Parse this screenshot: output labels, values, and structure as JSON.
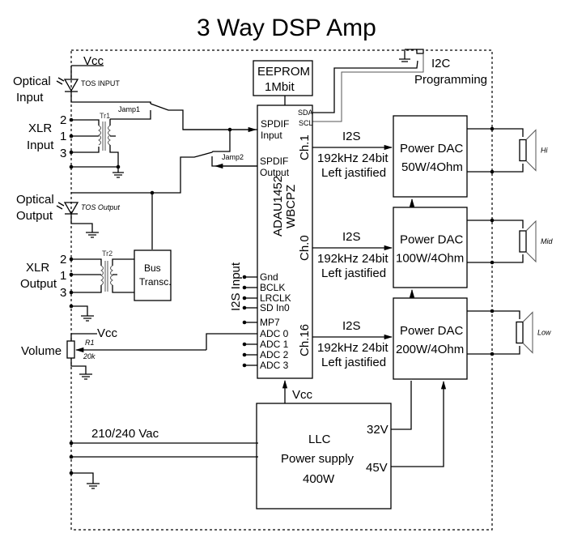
{
  "title": "3 Way DSP Amp",
  "inputs": {
    "optical_input": {
      "label1": "Optical",
      "label2": "Input",
      "device": "TOS  INPUT",
      "supply": "Vcc"
    },
    "xlr_input": {
      "label1": "XLR",
      "label2": "Input",
      "pins": [
        "2",
        "1",
        "3"
      ],
      "transformer": "Tr1"
    },
    "jumper1": "Jamp1",
    "jumper2": "Jamp2",
    "optical_output": {
      "label1": "Optical",
      "label2": "Output",
      "device": "TOS Output"
    },
    "xlr_output": {
      "label1": "XLR",
      "label2": "Output",
      "pins": [
        "2",
        "1",
        "3"
      ],
      "transformer": "Tr2"
    },
    "bus_transceiver": {
      "line1": "Bus",
      "line2": "Transc."
    },
    "volume": {
      "label": "Volume",
      "ref": "R1",
      "value": "20k",
      "supply": "Vcc"
    }
  },
  "eeprom": {
    "line1": "EEPROM",
    "line2": "1Mbit"
  },
  "i2c": {
    "line1": "I2C",
    "line2": "Programming"
  },
  "dsp": {
    "part1": "ADAU1452",
    "part2": "WBCPZ",
    "pins_right": [
      "SDA",
      "SCL"
    ],
    "spdif_in": [
      "SPDIF",
      "Input"
    ],
    "spdif_out": [
      "SPDIF",
      "Output"
    ],
    "channels": [
      "Ch.1",
      "Ch.0",
      "Ch.16"
    ],
    "i2s_group_label": "I2S Input",
    "pins_left": [
      "Gnd",
      "BCLK",
      "LRCLK",
      "SD In0",
      "MP7",
      "ADC 0",
      "ADC 1",
      "ADC 2",
      "ADC 3"
    ]
  },
  "links": [
    {
      "bus": "I2S",
      "line1": "192kHz 24bit",
      "line2": "Left jastified"
    },
    {
      "bus": "I2S",
      "line1": "192kHz 24bit",
      "line2": "Left jastified"
    },
    {
      "bus": "I2S",
      "line1": "192kHz 24bit",
      "line2": "Left jastified"
    }
  ],
  "amps": [
    {
      "line1": "Power DAC",
      "line2": "50W/4Ohm",
      "speaker": "Hi"
    },
    {
      "line1": "Power DAC",
      "line2": "100W/4Ohm",
      "speaker": "Mid"
    },
    {
      "line1": "Power DAC",
      "line2": "200W/4Ohm",
      "speaker": "Low"
    }
  ],
  "psu": {
    "line1": "LLC",
    "line2": "Power supply",
    "line3": "400W",
    "out1": "32V",
    "out2": "45V",
    "vcc": "Vcc",
    "mains": "210/240 Vac"
  }
}
